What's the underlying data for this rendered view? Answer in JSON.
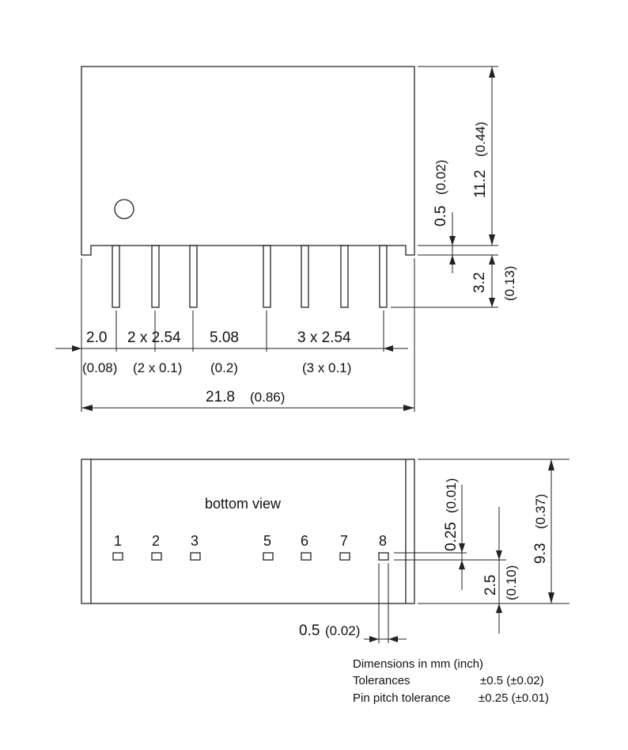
{
  "top_view": {
    "dims": {
      "first_pin_offset": "2.0",
      "pitch_group_1": "2 x 2.54",
      "gap": "5.08",
      "pitch_group_2": "3 x 2.54",
      "first_pin_offset_in": "(0.08)",
      "pitch_group_1_in": "(2 x 0.1)",
      "gap_in": "(0.2)",
      "pitch_group_2_in": "(3 x 0.1)",
      "width": "21.8",
      "width_in": "(0.86)",
      "height": "11.2",
      "height_in": "(0.44)",
      "standoff": "0.5",
      "standoff_in": "(0.02)",
      "pin_length": "3.2",
      "pin_length_in": "(0.13)"
    }
  },
  "bottom_view": {
    "title": "bottom view",
    "pins": [
      "1",
      "2",
      "3",
      "5",
      "6",
      "7",
      "8"
    ],
    "dims": {
      "depth": "9.3",
      "depth_in": "(0.37)",
      "pin_offset": "0.25",
      "pin_offset_in": "(0.01)",
      "row_offset": "2.5",
      "row_offset_in": "(0.10)",
      "pin_width": "0.5",
      "pin_width_in": "(0.02)"
    }
  },
  "notes": {
    "line1": "Dimensions in mm (inch)",
    "tolerances_label": "Tolerances",
    "tolerances_value": "±0.5 (±0.02)",
    "pitch_label": "Pin pitch tolerance",
    "pitch_value": "±0.25 (±0.01)"
  }
}
